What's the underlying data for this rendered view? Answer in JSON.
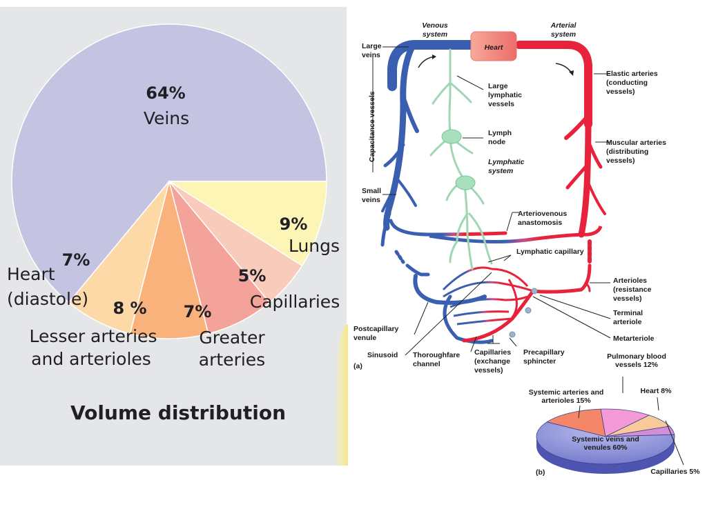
{
  "left_chart": {
    "title": "Volume distribution",
    "colors": {
      "background": "#e4e6e8",
      "veins": "#c4c3e1",
      "heart": "#fdd9a8",
      "lesser_arteries": "#f9b27c",
      "greater_arteries": "#f4a39a",
      "capillaries": "#f9cbbb",
      "lungs": "#fdf5b5"
    },
    "labels": {
      "veins_pct": "64%",
      "veins": "Veins",
      "lungs_pct": "9%",
      "lungs": "Lungs",
      "capillaries_pct": "5%",
      "capillaries": "Capillaries",
      "greater_pct": "7%",
      "greater_1": "Greater",
      "greater_2": "arteries",
      "lesser_pct": "8 %",
      "lesser_1": "Lesser arteries",
      "lesser_2": "and arterioles",
      "heart_pct": "7%",
      "heart_1": "Heart",
      "heart_2": "(diastole)"
    }
  },
  "diagram": {
    "labels": {
      "venous_1": "Venous",
      "venous_2": "system",
      "arterial_1": "Arterial",
      "arterial_2": "system",
      "heart": "Heart",
      "large_veins_1": "Large",
      "large_veins_2": "veins",
      "capacitance": "Capacitance vessels",
      "small_veins_1": "Small",
      "small_veins_2": "veins",
      "large_lymph_1": "Large",
      "large_lymph_2": "lymphatic",
      "large_lymph_3": "vessels",
      "lymph_node_1": "Lymph",
      "lymph_node_2": "node",
      "lymph_sys_1": "Lymphatic",
      "lymph_sys_2": "system",
      "elastic_1": "Elastic arteries",
      "elastic_2": "(conducting",
      "elastic_3": "vessels)",
      "muscular_1": "Muscular arteries",
      "muscular_2": "(distributing",
      "muscular_3": "vessels)",
      "av_1": "Arteriovenous",
      "av_2": "anastomosis",
      "lymph_cap": "Lymphatic capillary",
      "arterioles_1": "Arterioles",
      "arterioles_2": "(resistance",
      "arterioles_3": "vessels)",
      "terminal_1": "Terminal",
      "terminal_2": "arteriole",
      "metarteriole": "Metarteriole",
      "postcap_1": "Postcapillary",
      "postcap_2": "venule",
      "sinusoid": "Sinusoid",
      "thorough_1": "Thoroughfare",
      "thorough_2": "channel",
      "caps_1": "Capillaries",
      "caps_2": "(exchange",
      "caps_3": "vessels)",
      "precap_1": "Precapillary",
      "precap_2": "sphincter",
      "panel_a": "(a)",
      "panel_b": "(b)"
    },
    "colors": {
      "vein": "#3a5fb0",
      "artery": "#e8223a",
      "lymph": "#9fd6b4",
      "heart": "#f08a80"
    }
  },
  "chart_data": [
    {
      "type": "pie",
      "title": "Volume distribution",
      "categories": [
        "Veins",
        "Lungs",
        "Capillaries",
        "Greater arteries",
        "Lesser arteries and arterioles",
        "Heart (diastole)"
      ],
      "values": [
        64,
        9,
        5,
        7,
        8,
        7
      ],
      "unit": "%"
    },
    {
      "type": "pie",
      "title": "(b)",
      "categories": [
        "Systemic veins and venules",
        "Systemic arteries and arterioles",
        "Pulmonary blood vessels",
        "Heart",
        "Capillaries"
      ],
      "values": [
        60,
        15,
        12,
        8,
        5
      ],
      "labels": [
        "Systemic veins and venules 60%",
        "Systemic arteries and arterioles 15%",
        "Pulmonary blood vessels 12%",
        "Heart 8%",
        "Capillaries 5%"
      ],
      "colors": [
        "#8a8fd6",
        "#f4876a",
        "#f49ad6",
        "#f9c99a",
        "#d38fd6"
      ],
      "unit": "%"
    }
  ]
}
